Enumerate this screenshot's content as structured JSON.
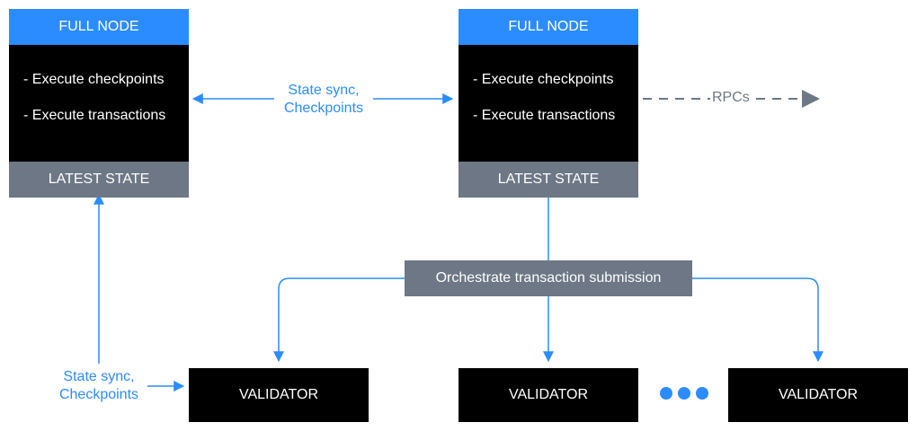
{
  "full_node_left": {
    "header": "FULL NODE",
    "lines": [
      "- Execute checkpoints",
      "- Execute transactions"
    ],
    "state": "LATEST STATE"
  },
  "full_node_right": {
    "header": "FULL NODE",
    "lines": [
      "- Execute checkpoints",
      "- Execute transactions"
    ],
    "state": "LATEST STATE"
  },
  "edges": {
    "state_sync_top": [
      "State sync,",
      "Checkpoints"
    ],
    "state_sync_left": [
      "State sync,",
      "Checkpoints"
    ],
    "rpcs": "RPCs"
  },
  "orchestrate": "Orchestrate transaction submission",
  "validators": [
    "VALIDATOR",
    "VALIDATOR",
    "VALIDATOR"
  ],
  "colors": {
    "accent": "#2b8cff",
    "gray": "#6d7785",
    "black": "#000000"
  }
}
